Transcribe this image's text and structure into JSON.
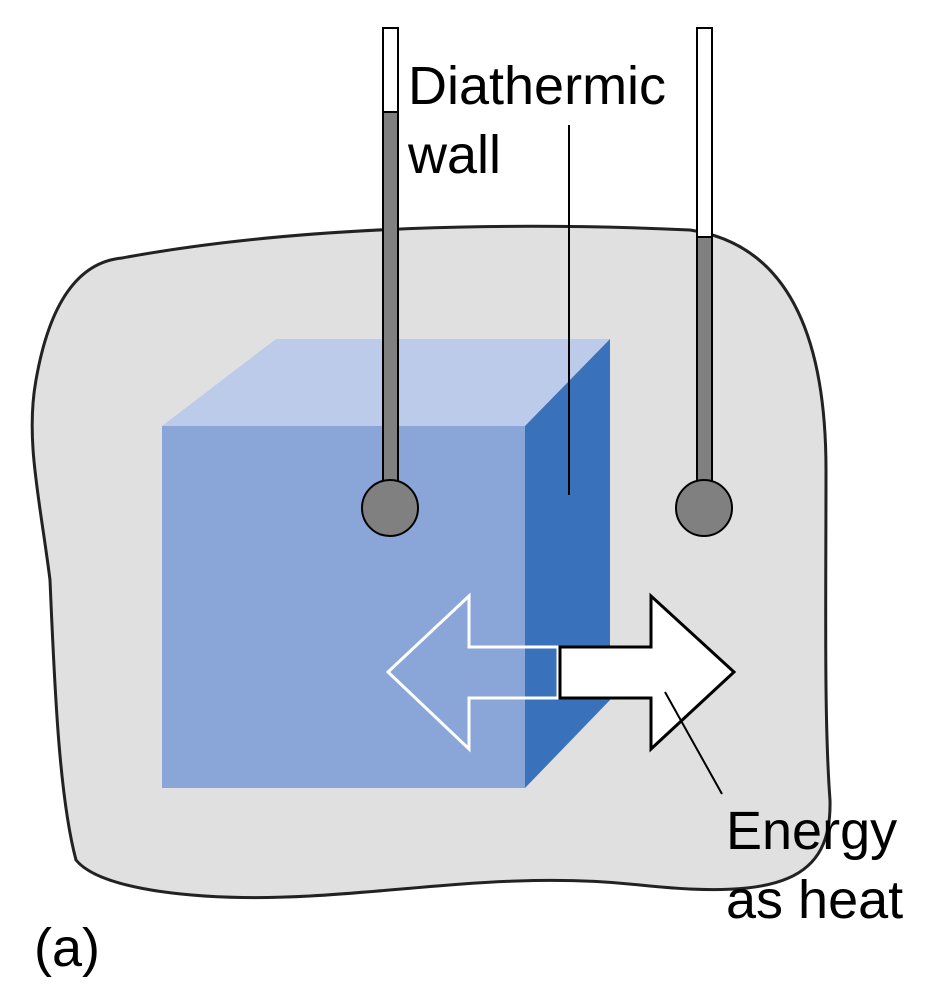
{
  "labels": {
    "wall_line1": "Diathermic",
    "wall_line2": "wall",
    "energy_line1": "Energy",
    "energy_line2": "as heat",
    "panel": "(a)"
  },
  "colors": {
    "surroundings": "#e0e0e0",
    "block_front": "#8aa5d7",
    "block_top": "#bccbe9",
    "block_side": "#3a71bb",
    "thermometer": "#808080",
    "outline": "#222222"
  }
}
